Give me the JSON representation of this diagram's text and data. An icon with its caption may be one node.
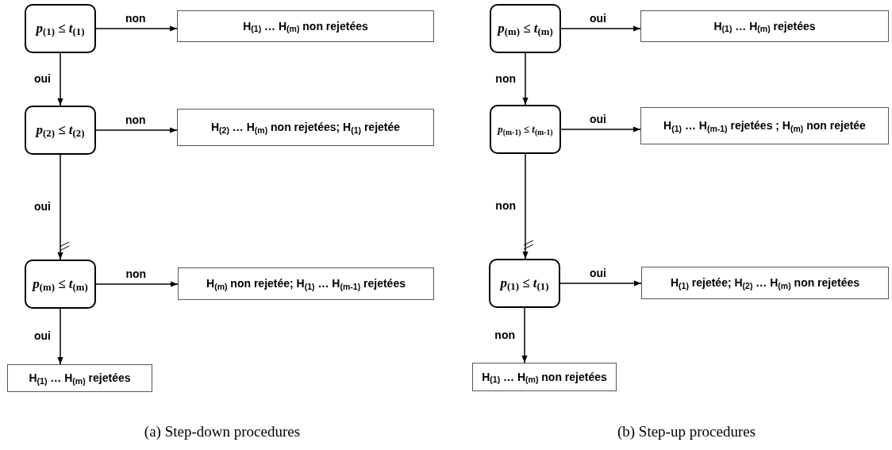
{
  "diagram": {
    "nodes": [
      {
        "text": [
          "*p*$_{(1)}$ ≤ *t*$_{(1)}$"
        ]
      },
      {
        "text": [
          "H$_{(1)}$ … H$_{(m)}$  non rejetées"
        ]
      },
      {
        "text": [
          "*p*$_{(2)}$ ≤ *t*$_{(2)}$"
        ]
      },
      {
        "text": [
          "H$_{(2)}$ … H$_{(m)}$ non rejetées;  H$_{(1)}$ rejetée"
        ]
      },
      {
        "text": [
          "*p*$_{(m)}$ ≤ *t*$_{(m)}$"
        ]
      },
      {
        "text": [
          "H$_{(m)}$ non rejetée; H$_{(1)}$ … H$_{(m-1)}$ rejetées"
        ]
      },
      {
        "text": [
          "H$_{(1)}$ … H$_{(m)}$ rejetées"
        ]
      },
      {
        "text": [
          "*p*$_{(m)}$ ≤ *t*$_{(m)}$"
        ]
      },
      {
        "text": [
          "H$_{(1)}$ … H$_{(m)}$ rejetées"
        ]
      },
      {
        "text": [
          "*p*$_{(m-1)}$ ≤ *t*$_{(m-1)}$"
        ]
      },
      {
        "text": [
          "H$_{(1)}$ … H$_{(m-1)}$ rejetées ; H$_{(m)}$  non rejetée"
        ]
      },
      {
        "text": [
          "*p*$_{(1)}$ ≤ *t*$_{(1)}$"
        ]
      },
      {
        "text": [
          "H$_{(1)}$ rejetée; H$_{(2)}$ … H$_{(m)}$ non rejetées"
        ]
      },
      {
        "text": [
          "H$_{(1)}$ … H$_{(m)}$ non rejetées"
        ]
      }
    ],
    "edges": [
      {
        "from": 0,
        "to": 1,
        "arrow": "to",
        "label": "non"
      },
      {
        "from": 0,
        "to": 2,
        "arrow": "to",
        "label": "oui"
      },
      {
        "from": 2,
        "to": 3,
        "arrow": "to",
        "label": "non"
      },
      {
        "from": 2,
        "to": 4,
        "arrow": "to",
        "label": "oui"
      },
      {
        "from": 4,
        "to": 5,
        "arrow": "to",
        "label": "non"
      },
      {
        "from": 4,
        "to": 6,
        "arrow": "to",
        "label": "oui"
      },
      {
        "from": 7,
        "to": 8,
        "arrow": "to",
        "label": "oui"
      },
      {
        "from": 7,
        "to": 9,
        "arrow": "to",
        "label": "non"
      },
      {
        "from": 9,
        "to": 10,
        "arrow": "to",
        "label": "oui"
      },
      {
        "from": 9,
        "to": 11,
        "arrow": "to",
        "label": "non"
      },
      {
        "from": 11,
        "to": 12,
        "arrow": "to",
        "label": "oui"
      },
      {
        "from": 11,
        "to": 13,
        "arrow": "to",
        "label": "non"
      }
    ],
    "labels": [
      "(a) Step-down procedures",
      "(b) Step-up procedures"
    ]
  }
}
